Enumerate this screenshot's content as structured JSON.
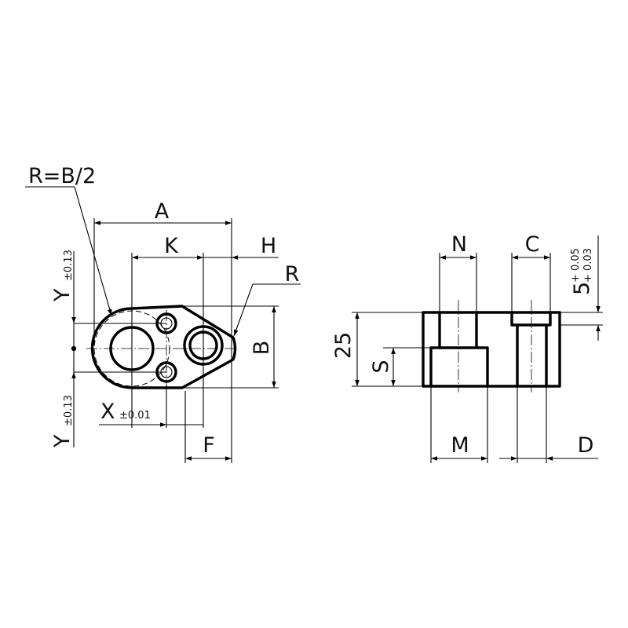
{
  "labels": {
    "radius_note": "R=B/2",
    "A": "A",
    "K": "K",
    "H": "H",
    "R": "R",
    "B": "B",
    "Y": "Y",
    "Y_tol": "±0.13",
    "X": "X",
    "X_tol": "±0.01",
    "F": "F",
    "N": "N",
    "C": "C",
    "height_25": "25",
    "S": "S",
    "M": "M",
    "D": "D",
    "depth_5": "5",
    "depth_tol_upper": "+ 0.05",
    "depth_tol_lower": "+ 0.03"
  }
}
